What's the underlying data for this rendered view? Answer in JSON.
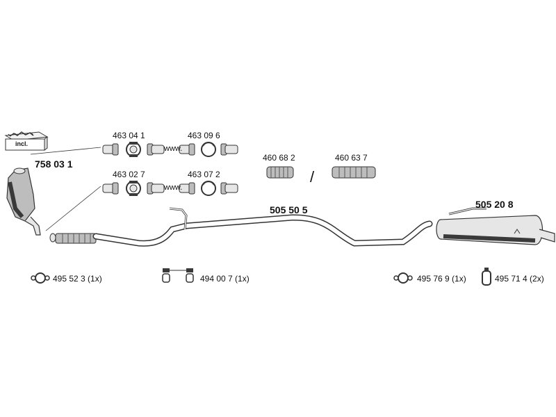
{
  "labels": {
    "catalyst": "758 03 1",
    "incl": "incl.",
    "clamp_a": "463 04 1",
    "clamp_b": "463 09 6",
    "clamp_c": "463 02 7",
    "clamp_d": "463 07 2",
    "www_a": "www.",
    "www_b": "www.",
    "flex_a": "460 68 2",
    "flex_b": "460 63 7",
    "slash": "/",
    "pipe": "505 50 5",
    "muffler": "505 20 8",
    "gasket_a": "495 52 3 (1x)",
    "hanger_a": "494 00 7 (1x)",
    "gasket_b": "495 76 9 (1x)",
    "rubber_b": "495 71 4 (2x)"
  },
  "colors": {
    "line": "#333333",
    "fill_light": "#e6e6e6",
    "fill_mid": "#bdbdbd",
    "fill_dark": "#3a3a3a"
  }
}
